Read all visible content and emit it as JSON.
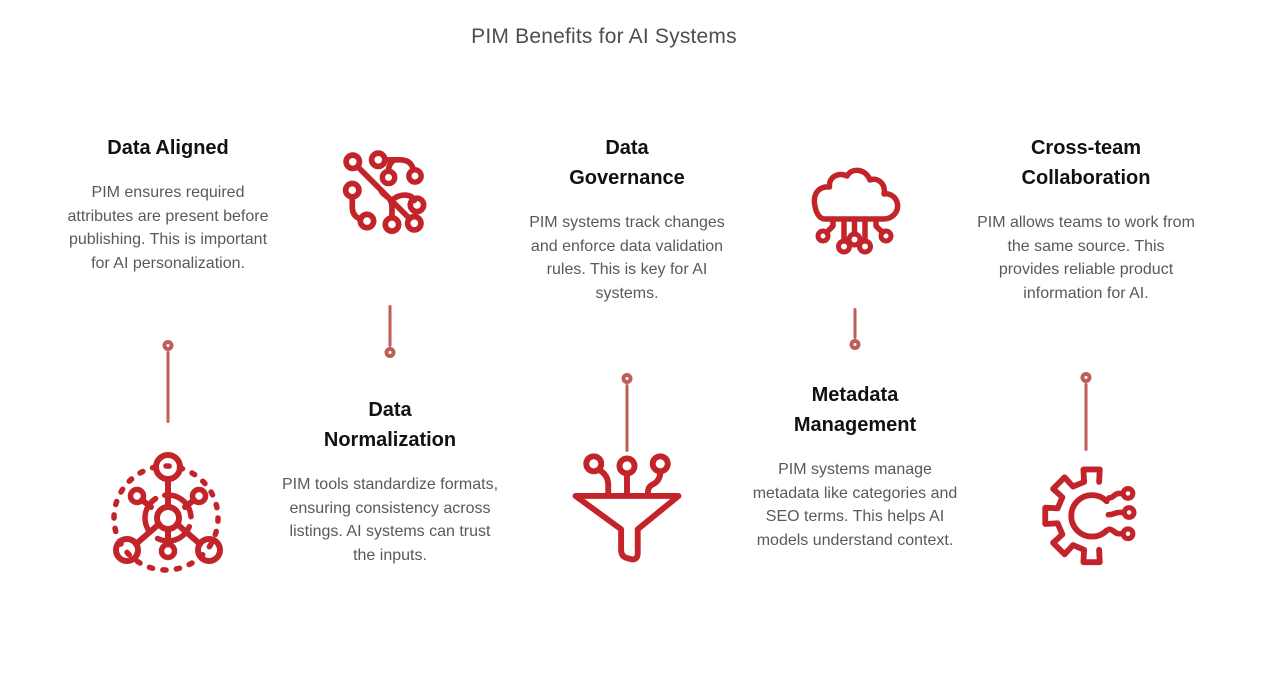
{
  "title": "PIM Benefits for AI Systems",
  "colors": {
    "icon_red": "#c3242a",
    "connector_red": "#bf5e58",
    "title_gray": "#4e4e4e",
    "body_gray": "#595959",
    "heading_black": "#111111",
    "background": "#ffffff"
  },
  "benefits": [
    {
      "id": "data-aligned",
      "title": "Data Aligned",
      "description": "PIM ensures required attributes are present before publishing. This is important for AI personalization.",
      "icon": "hub-network-icon",
      "layout": "text-top"
    },
    {
      "id": "data-normalization",
      "title": "Data Normalization",
      "description": "PIM tools standardize formats, ensuring consistency across listings. AI systems can trust the inputs.",
      "icon": "circuit-branches-icon",
      "layout": "icon-top"
    },
    {
      "id": "data-governance",
      "title": "Data Governance",
      "description": "PIM systems track changes and enforce data validation rules. This is key for AI systems.",
      "icon": "funnel-circuit-icon",
      "layout": "text-top"
    },
    {
      "id": "metadata-management",
      "title": "Metadata Management",
      "description": "PIM systems manage metadata like categories and SEO terms. This helps AI models understand context.",
      "icon": "cloud-circuit-icon",
      "layout": "icon-top"
    },
    {
      "id": "cross-team-collaboration",
      "title": "Cross-team Collaboration",
      "description": "PIM allows teams to work from the same source. This provides reliable product information for AI.",
      "icon": "gear-circuit-icon",
      "layout": "text-top"
    }
  ]
}
